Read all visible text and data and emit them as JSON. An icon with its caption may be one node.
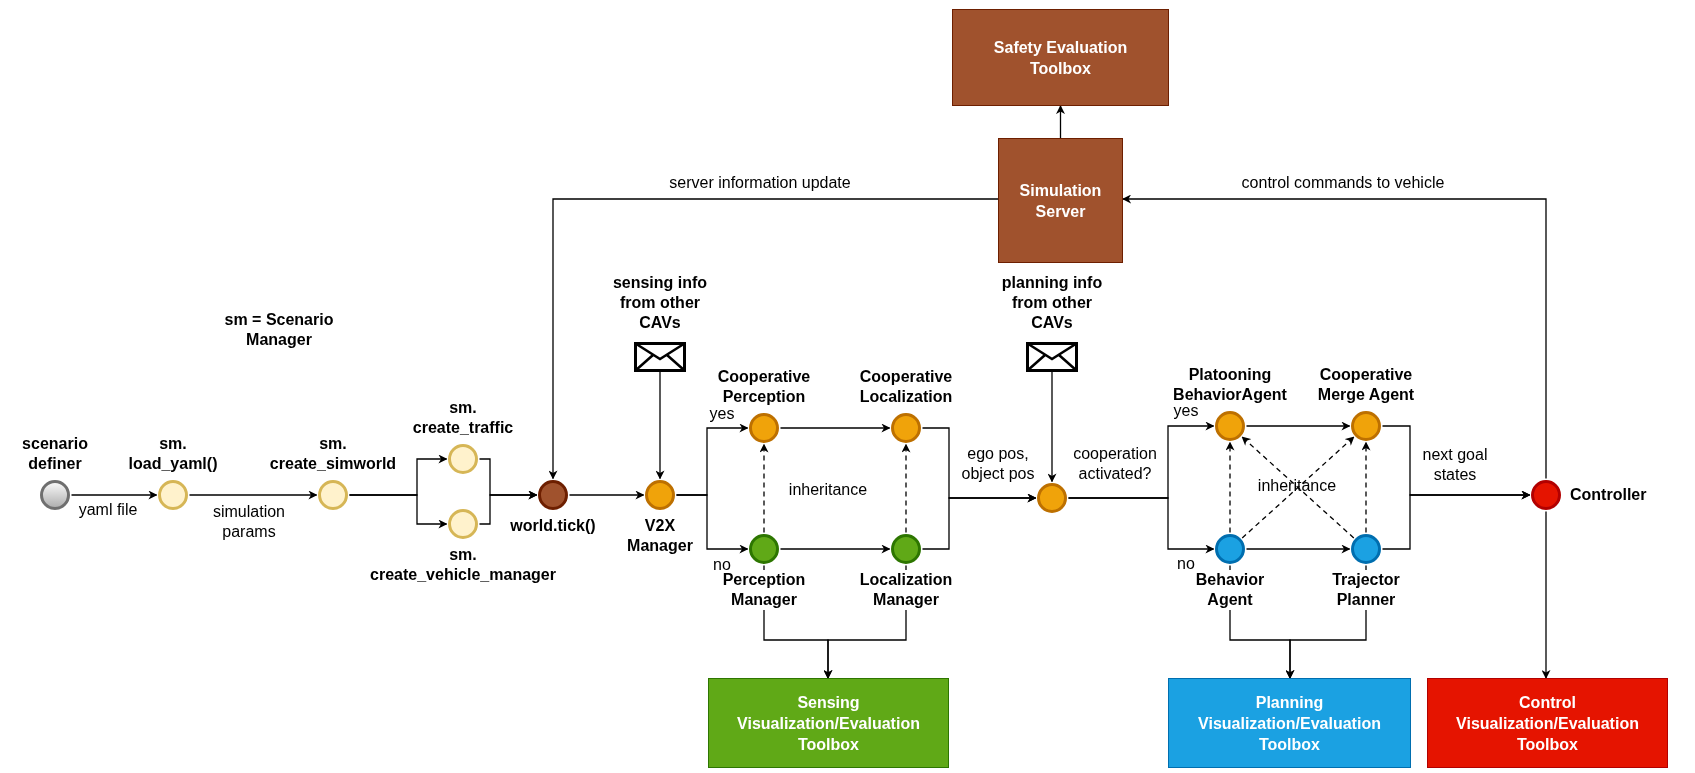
{
  "diagram": {
    "nodes": [
      {
        "text": [
          "scenario definer"
        ]
      },
      {
        "text": [
          "sm. load_yaml()"
        ]
      },
      {
        "text": [
          "sm. create_simworld"
        ]
      },
      {
        "text": [
          "sm. create_traffic"
        ]
      },
      {
        "text": [
          "sm. create_vehicle_manager"
        ]
      },
      {
        "text": [
          "world.tick()"
        ]
      },
      {
        "text": [
          "sensing info from other CAVs"
        ]
      },
      {
        "text": [
          "V2X Manager"
        ]
      },
      {
        "text": [
          "Cooperative Perception"
        ]
      },
      {
        "text": [
          "Cooperative Localization"
        ]
      },
      {
        "text": [
          "Perception Manager"
        ]
      },
      {
        "text": [
          "Localization Manager"
        ]
      },
      {
        "text": [
          "Sensing Visualization/Evaluation Toolbox"
        ]
      },
      {
        "text": [
          "Safety Evaluation Toolbox"
        ]
      },
      {
        "text": [
          "Simulation Server"
        ]
      },
      {
        "text": [
          "planning info from other CAVs"
        ]
      },
      {
        "text": [],
        "shape": "circle"
      },
      {
        "text": [
          "Platooning BehaviorAgent"
        ]
      },
      {
        "text": [
          "Cooperative Merge Agent"
        ]
      },
      {
        "text": [
          "Behavior Agent"
        ]
      },
      {
        "text": [
          "Trajector Planner"
        ]
      },
      {
        "text": [
          "Planning Visualization/Evaluation Toolbox"
        ]
      },
      {
        "text": [
          "Controller"
        ]
      },
      {
        "text": [
          "Control Visualization/Evaluation Toolbox"
        ]
      }
    ],
    "edges": [
      {
        "from": 0,
        "to": 1,
        "arrow": "to",
        "label": "yaml file"
      },
      {
        "from": 1,
        "to": 2,
        "arrow": "to",
        "label": "simulation params"
      },
      {
        "from": 2,
        "to": 3,
        "arrow": "to"
      },
      {
        "from": 2,
        "to": 4,
        "arrow": "to"
      },
      {
        "from": 3,
        "to": 5,
        "arrow": "to"
      },
      {
        "from": 4,
        "to": 5,
        "arrow": "to"
      },
      {
        "from": 5,
        "to": 7,
        "arrow": "to"
      },
      {
        "from": 6,
        "to": 7,
        "arrow": "to"
      },
      {
        "from": 7,
        "to": 8,
        "arrow": "to",
        "label": "yes"
      },
      {
        "from": 7,
        "to": 10,
        "arrow": "to",
        "label": "no"
      },
      {
        "from": 8,
        "to": 9,
        "arrow": "to"
      },
      {
        "from": 10,
        "to": 11,
        "arrow": "to"
      },
      {
        "from": 10,
        "to": 8,
        "arrow": "to",
        "style": "dashed"
      },
      {
        "from": 11,
        "to": 9,
        "arrow": "to",
        "style": "dashed"
      },
      {
        "from": 9,
        "to": 16,
        "arrow": "to",
        "label": "ego pos, object pos"
      },
      {
        "from": 11,
        "to": 16,
        "arrow": "to"
      },
      {
        "from": 15,
        "to": 16,
        "arrow": "to"
      },
      {
        "from": 16,
        "to": 17,
        "arrow": "to",
        "label": "yes"
      },
      {
        "from": 16,
        "to": 19,
        "arrow": "to",
        "label": "no"
      },
      {
        "from": 17,
        "to": 18,
        "arrow": "to"
      },
      {
        "from": 19,
        "to": 20,
        "arrow": "to"
      },
      {
        "from": 19,
        "to": 17,
        "arrow": "to",
        "style": "dashed"
      },
      {
        "from": 20,
        "to": 18,
        "arrow": "to",
        "style": "dashed"
      },
      {
        "from": 19,
        "to": 18,
        "arrow": "to",
        "style": "dashed"
      },
      {
        "from": 20,
        "to": 17,
        "arrow": "to",
        "style": "dashed"
      },
      {
        "from": 18,
        "to": 22,
        "arrow": "to",
        "label": "next goal states"
      },
      {
        "from": 20,
        "to": 22,
        "arrow": "to"
      },
      {
        "from": 10,
        "to": 12,
        "arrow": "to"
      },
      {
        "from": 11,
        "to": 12,
        "arrow": "to"
      },
      {
        "from": 19,
        "to": 21,
        "arrow": "to"
      },
      {
        "from": 20,
        "to": 21,
        "arrow": "to"
      },
      {
        "from": 22,
        "to": 23,
        "arrow": "to"
      },
      {
        "from": 22,
        "to": 14,
        "arrow": "to",
        "label": "control commands to vehicle"
      },
      {
        "from": 14,
        "to": 5,
        "arrow": "to",
        "label": "server information update"
      },
      {
        "from": 14,
        "to": 13,
        "arrow": "to"
      }
    ],
    "labels": [
      "sm = Scenario Manager",
      "inheritance",
      "cooperation activated?",
      "inheritance"
    ]
  }
}
